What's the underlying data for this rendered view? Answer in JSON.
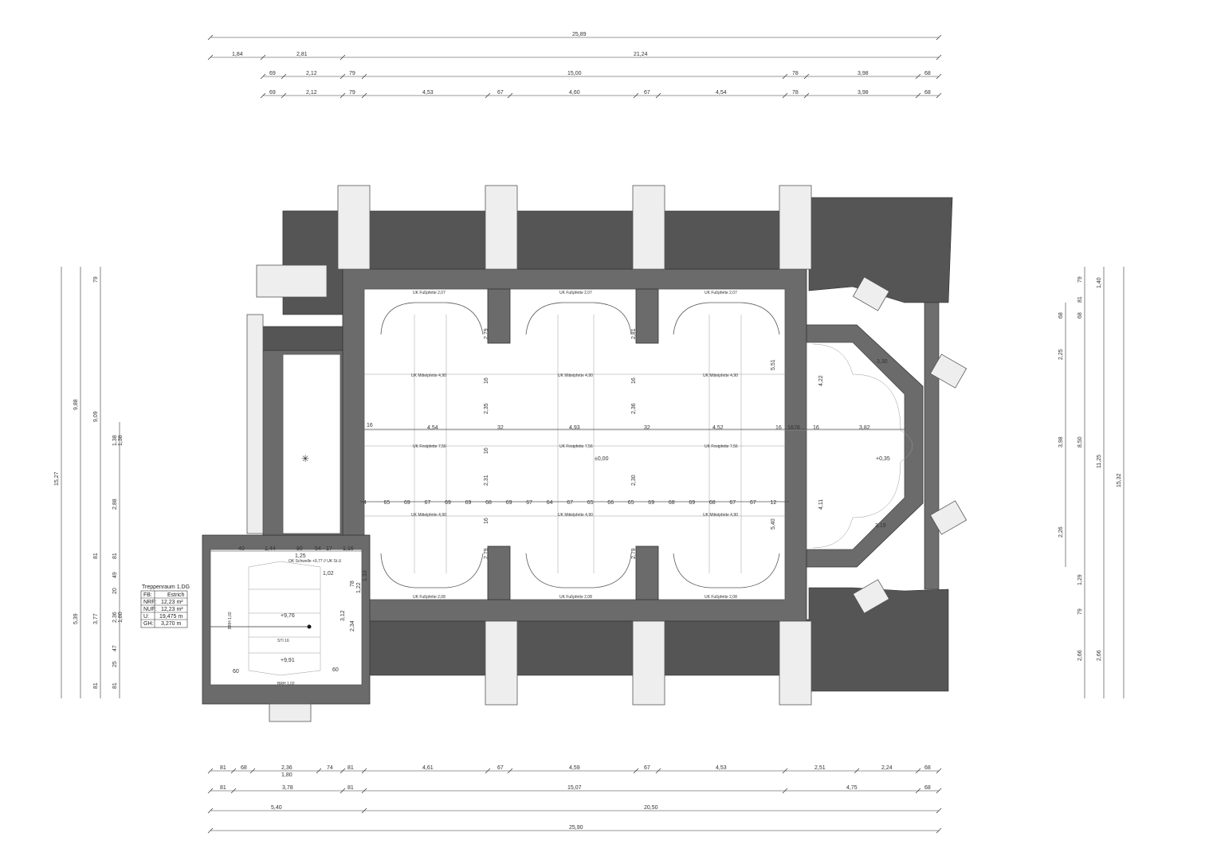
{
  "top_dimension_rows": [
    [
      "25,89"
    ],
    [
      "1,84",
      "2,81",
      "21,24"
    ],
    [
      "69",
      "2,12",
      "79",
      "15,00",
      "78",
      "3,98",
      "68"
    ],
    [
      "69",
      "2,12",
      "79",
      "4,53",
      "67",
      "4,60",
      "67",
      "4,54",
      "78",
      "3,98",
      "68"
    ]
  ],
  "bottom_dimension_rows": [
    [
      "81",
      "68",
      "2,36",
      "1,80",
      "74",
      "81",
      "4,61",
      "67",
      "4,59",
      "67",
      "4,53",
      "2,51",
      "2,24",
      "68"
    ],
    [
      "81",
      "3,78",
      "81",
      "15,07",
      "4,75",
      "68"
    ],
    [
      "5,40",
      "20,50"
    ],
    [
      "25,90"
    ]
  ],
  "left_dimensions": [
    "15,27",
    "9,88",
    "79",
    "9,09",
    "1,38",
    "1,38",
    "2,88",
    "81",
    "81",
    "49",
    "20",
    "2,36",
    "1,80",
    "3,77",
    "5,39",
    "47",
    "25",
    "81",
    "81"
  ],
  "right_dimensions": [
    "79",
    "1,40",
    "81",
    "68",
    "68",
    "2,25",
    "3,98",
    "8,50",
    "11,25",
    "15,32",
    "2,26",
    "1,29",
    "79",
    "2,66",
    "2,66"
  ],
  "beam_labels": {
    "fuss_top": [
      "UK Fußpfette 2,07",
      "UK Fußpfette 2,07",
      "UK Fußpfette 2,07"
    ],
    "mittel_top": [
      "UK Mittelpfette 4,90",
      "UK Mittelpfette 4,90",
      "UK Mittelpfette 4,90"
    ],
    "first": [
      "UK Firstpfette 7,56",
      "UK Firstpfette 7,56",
      "UK Firstpfette 7,56"
    ],
    "mittel_bottom": [
      "UK Mittelpfette 4,90",
      "UK Mittelpfette 4,90",
      "UK Mittelpfette 4,90"
    ],
    "fuss_bottom": [
      "UK Fußpfette 2,08",
      "UK Fußpfette 2,08",
      "UK Fußpfette 2,08"
    ]
  },
  "interior_dims": {
    "bay_widths": [
      "4,54",
      "4,93",
      "4,52"
    ],
    "bay_gaps": [
      "16",
      "32",
      "32",
      "16",
      "16",
      "78",
      "16"
    ],
    "apse_width": "3,82",
    "apse_heights": [
      "4,22",
      "4,11"
    ],
    "apse_sides": [
      "3,30",
      "3,19"
    ],
    "vertical_left": [
      "2,79",
      "2,35",
      "2,31",
      "2,79"
    ],
    "vertical_right": [
      "5,51",
      "5,40"
    ],
    "vertical_mid": [
      "2,81",
      "2,36",
      "2,30",
      "2,79"
    ],
    "row16": [
      "16",
      "16",
      "16",
      "16"
    ],
    "spacing_row": [
      "4",
      "65",
      "69",
      "67",
      "69",
      "69",
      "68",
      "69",
      "67",
      "64",
      "67",
      "65",
      "66",
      "65",
      "69",
      "68",
      "69",
      "68",
      "67",
      "67",
      "12"
    ]
  },
  "levels": {
    "nave": "±0,00",
    "apse": "+0,35",
    "stair_upper": "+9,76",
    "stair_lower": "+9,91"
  },
  "stair": {
    "top_dims": [
      "40",
      "1,44",
      "80",
      "54",
      "17",
      "1,16"
    ],
    "sub_dim": "1,25",
    "note": "OK Schwelle +9,77 // UK St.U",
    "brh_left": "BRH 1,02",
    "brh_bottom": "BRH 1,02",
    "steps": "STI 16",
    "side_dims": [
      "3,12",
      "2,34",
      "78",
      "1,22",
      "1,33"
    ],
    "diag_dims": [
      "60",
      "60",
      "1,02"
    ]
  },
  "room_table": {
    "title": "Treppenraum 1.DG",
    "rows": [
      {
        "key": "FB:",
        "value": "Estrich"
      },
      {
        "key": "NRF:",
        "value": "12,23 m²"
      },
      {
        "key": "NUF:",
        "value": "12,23 m²"
      },
      {
        "key": "U:",
        "value": "19,475 m"
      },
      {
        "key": "GH:",
        "value": "3,270 m"
      }
    ]
  }
}
